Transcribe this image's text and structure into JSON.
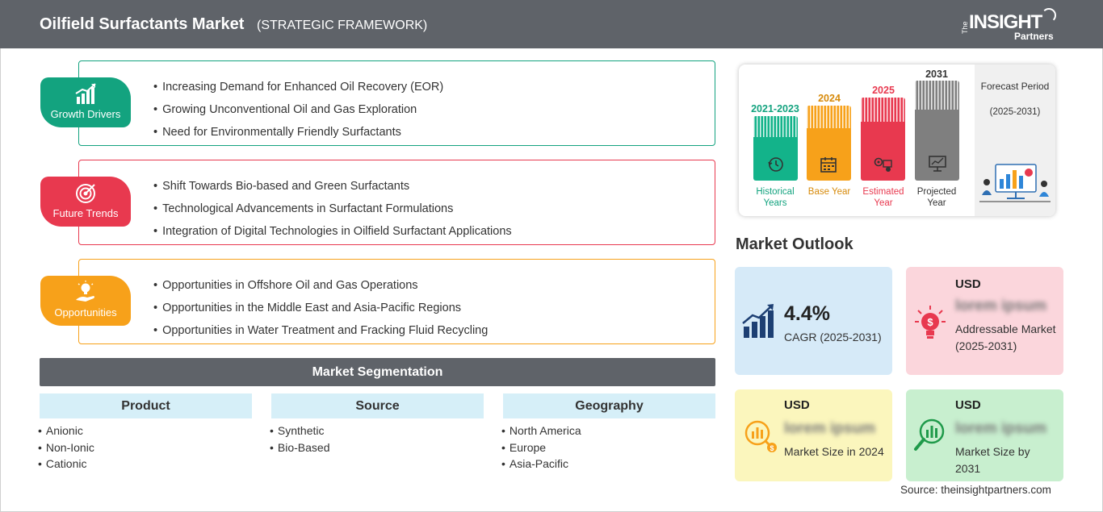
{
  "header": {
    "title": "Oilfield Surfactants Market",
    "subtitle": "(STRATEGIC FRAMEWORK)",
    "logo_the": "The",
    "logo_big": "INSIGHT",
    "logo_small": "Partners"
  },
  "categories": [
    {
      "label": "Growth Drivers",
      "color": "#13a37f",
      "items": [
        "Increasing Demand for Enhanced Oil Recovery (EOR)",
        "Growing Unconventional Oil and Gas Exploration",
        "Need for Environmentally Friendly Surfactants"
      ]
    },
    {
      "label": "Future Trends",
      "color": "#e8394f",
      "items": [
        "Shift Towards Bio-based and Green Surfactants",
        "Technological Advancements in Surfactant Formulations",
        "Integration of Digital Technologies in Oilfield Surfactant Applications"
      ]
    },
    {
      "label": "Opportunities",
      "color": "#f7a11a",
      "items": [
        "Opportunities in Offshore Oil and Gas Operations",
        "Opportunities in the Middle East and Asia-Pacific Regions",
        "Opportunities in Water Treatment and Fracking Fluid Recycling"
      ]
    }
  ],
  "segmentation": {
    "title": "Market Segmentation",
    "columns": [
      {
        "header": "Product",
        "items": [
          "Anionic",
          "Non-Ionic",
          "Cationic"
        ]
      },
      {
        "header": "Source",
        "items": [
          "Synthetic",
          "Bio-Based"
        ]
      },
      {
        "header": "Geography",
        "items": [
          "North America",
          "Europe",
          "Asia-Pacific"
        ]
      }
    ]
  },
  "timeline": {
    "periods": [
      {
        "year": "2021-2023",
        "label": "Historical Years",
        "color": "#13b38a"
      },
      {
        "year": "2024",
        "label": "Base Year",
        "color": "#f7a11a"
      },
      {
        "year": "2025",
        "label": "Estimated Year",
        "color": "#e8394f"
      },
      {
        "year": "2031",
        "label": "Projected Year",
        "color": "#7f7f7f"
      }
    ],
    "forecast_title": "Forecast Period",
    "forecast_range": "(2025-2031)"
  },
  "outlook": {
    "title": "Market Outlook",
    "cagr_value": "4.4%",
    "cagr_label": "CAGR (2025-2031)",
    "addressable_usd": "USD",
    "addressable_blur": "lorem ipsum",
    "addressable_label": "Addressable Market (2025-2031)",
    "size2024_usd": "USD",
    "size2024_blur": "lorem ipsum",
    "size2024_label": "Market Size in 2024",
    "size2031_usd": "USD",
    "size2031_blur": "lorem ipsum",
    "size2031_label": "Market Size by 2031"
  },
  "source": "Source: theinsightpartners.com"
}
